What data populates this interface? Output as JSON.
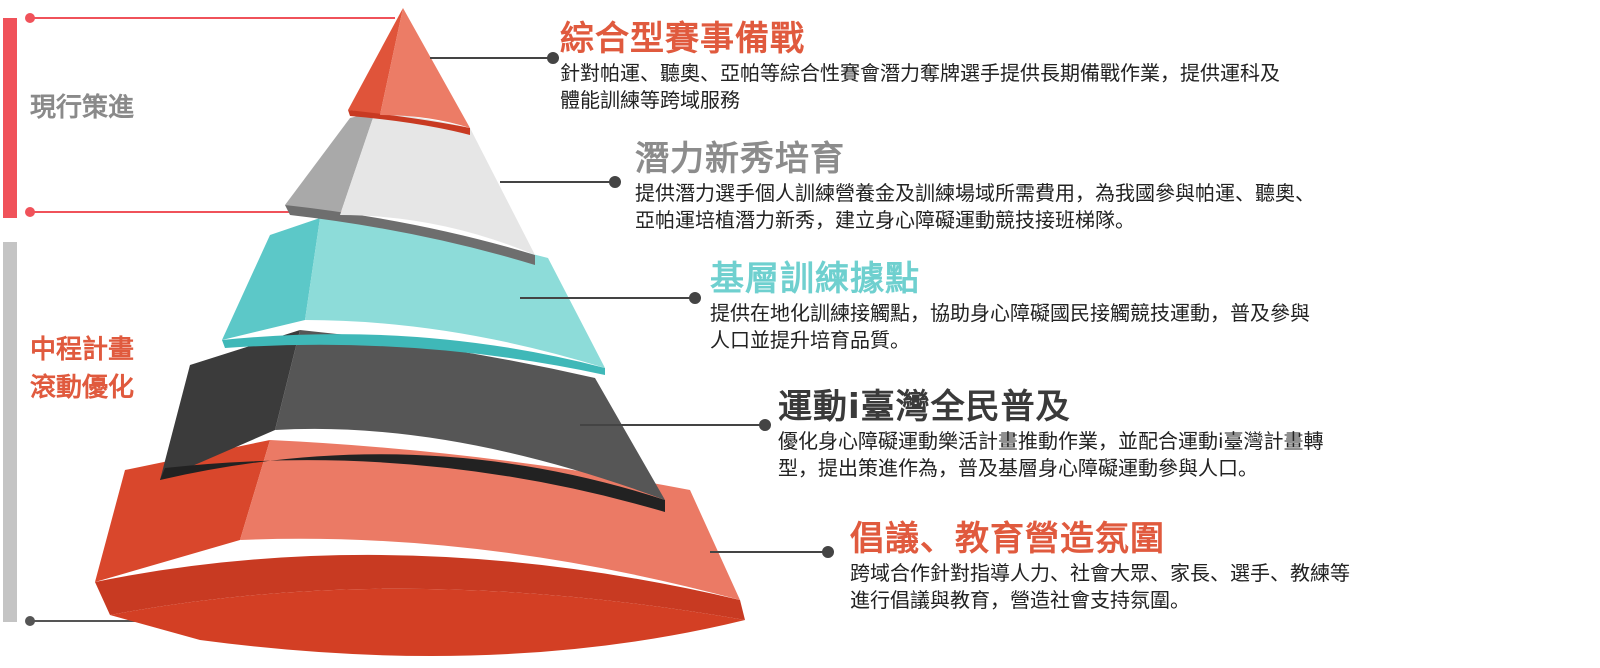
{
  "side_labels": {
    "current": "現行策進",
    "midterm_line1": "中程計畫",
    "midterm_line2": "滾動優化"
  },
  "tiers": [
    {
      "title": "綜合型賽事備戰",
      "desc_line1": "針對帕運、聽奧、亞帕等綜合性賽會潛力奪牌選手提供長期備戰作業，提供運科及",
      "desc_line2": "體能訓練等跨域服務",
      "color": "#e05a3e"
    },
    {
      "title": "潛力新秀培育",
      "desc_line1": "提供潛力選手個人訓練營養金及訓練場域所需費用，為我國參與帕運、聽奧、",
      "desc_line2": "亞帕運培植潛力新秀，建立身心障礙運動競技接班梯隊。",
      "color": "#8c8c8c"
    },
    {
      "title": "基層訓練據點",
      "desc_line1": "提供在地化訓練接觸點，協助身心障礙國民接觸競技運動，普及參與",
      "desc_line2": "人口並提升培育品質。",
      "color": "#6fd0cf"
    },
    {
      "title": "運動i臺灣全民普及",
      "desc_line1": "優化身心障礙運動樂活計畫推動作業，並配合運動i臺灣計畫轉",
      "desc_line2": "型，提出策進作為，普及基層身心障礙運動參與人口。",
      "color": "#3a3a3a"
    },
    {
      "title": "倡議、教育營造氛圍",
      "desc_line1": "跨域合作針對指導人力、社會大眾、家長、選手、教練等",
      "desc_line2": "進行倡議與教育，營造社會支持氛圍。",
      "color": "#e05a3e"
    }
  ]
}
